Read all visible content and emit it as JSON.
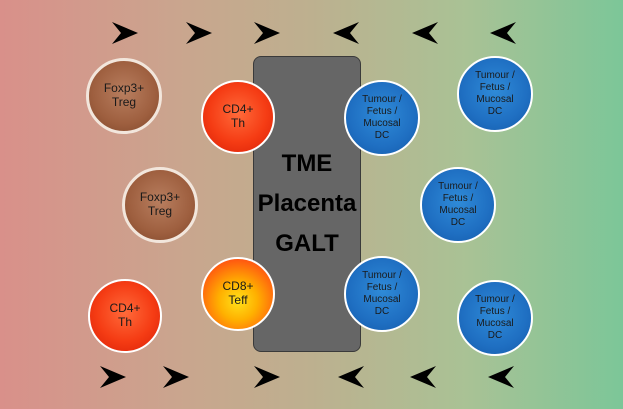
{
  "organ_box": {
    "lines": [
      "TME",
      "Placenta",
      "GALT"
    ]
  },
  "cells": {
    "treg_1": {
      "lines": [
        "Foxp3+",
        "Treg"
      ]
    },
    "treg_2": {
      "lines": [
        "Foxp3+",
        "Treg"
      ]
    },
    "th_1": {
      "lines": [
        "CD4+",
        "Th"
      ]
    },
    "th_2": {
      "lines": [
        "CD4+",
        "Th"
      ]
    },
    "teff": {
      "lines": [
        "CD8+",
        "Teff"
      ]
    },
    "dc_1": {
      "lines": [
        "Tumour /",
        "Fetus /",
        "Mucosal",
        "DC"
      ]
    },
    "dc_2": {
      "lines": [
        "Tumour /",
        "Fetus /",
        "Mucosal",
        "DC"
      ]
    },
    "dc_3": {
      "lines": [
        "Tumour /",
        "Fetus /",
        "Mucosal",
        "DC"
      ]
    },
    "dc_4": {
      "lines": [
        "Tumour /",
        "Fetus /",
        "Mucosal",
        "DC"
      ]
    },
    "dc_5": {
      "lines": [
        "Tumour /",
        "Fetus /",
        "Mucosal",
        "DC"
      ]
    },
    "dc_6": {
      "lines": [
        "Tumour /",
        "Fetus /",
        "Mucosal",
        "DC"
      ]
    }
  },
  "arrows": {
    "top": [
      "right",
      "right",
      "right",
      "left",
      "left",
      "left"
    ],
    "bottom": [
      "right",
      "right",
      "right",
      "left",
      "left",
      "left"
    ]
  },
  "colors": {
    "gradient_left": "#d9908a",
    "gradient_right": "#7cc698",
    "organ_box": "#666666",
    "treg": "#9e5f3f",
    "th": "#f53c14",
    "teff": "#ffb000",
    "dc": "#1f6fc2"
  }
}
